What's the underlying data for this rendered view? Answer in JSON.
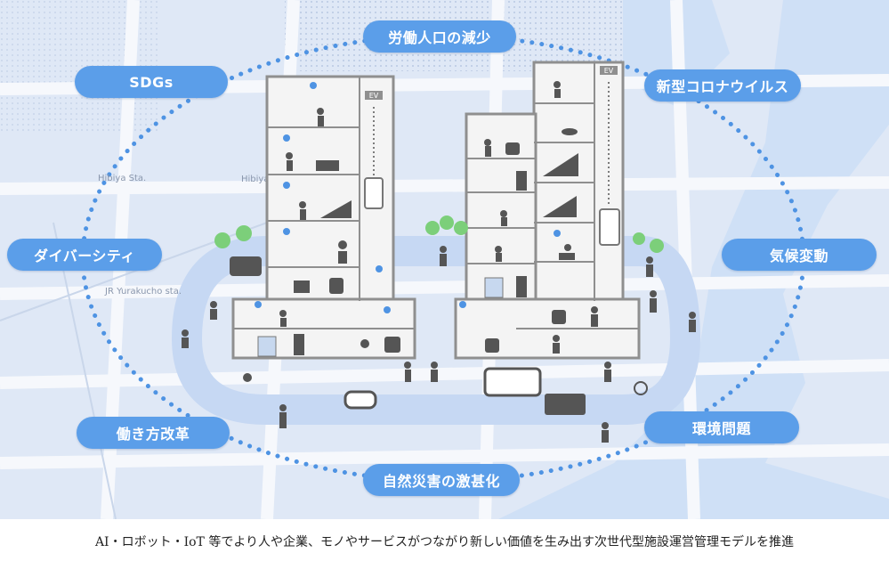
{
  "labels": {
    "top": "労働人口の減少",
    "sdgs": "SDGs",
    "corona": "新型コロナウイルス",
    "diversity": "ダイバーシティ",
    "climate": "気候変動",
    "workstyle": "働き方改革",
    "environment": "環境問題",
    "disaster": "自然災害の激甚化"
  },
  "map": {
    "station_hibiya": "Hibiya Sta.",
    "station_hibiya2": "Hibiya",
    "station_yurakucho": "JR Yurakucho sta."
  },
  "elevator": {
    "left": "EV",
    "right": "EV"
  },
  "caption": "AI・ロボット・IoT 等でより人や企業、モノやサービスがつながり新しい価値を生み出す次世代型施設運営管理モデルを推進",
  "colors": {
    "pill": "#5b9ee9",
    "map_bg": "#dfe8f6",
    "road": "#f6f8fc",
    "track": "#c6d8f3",
    "dots": "#4e93e3"
  }
}
